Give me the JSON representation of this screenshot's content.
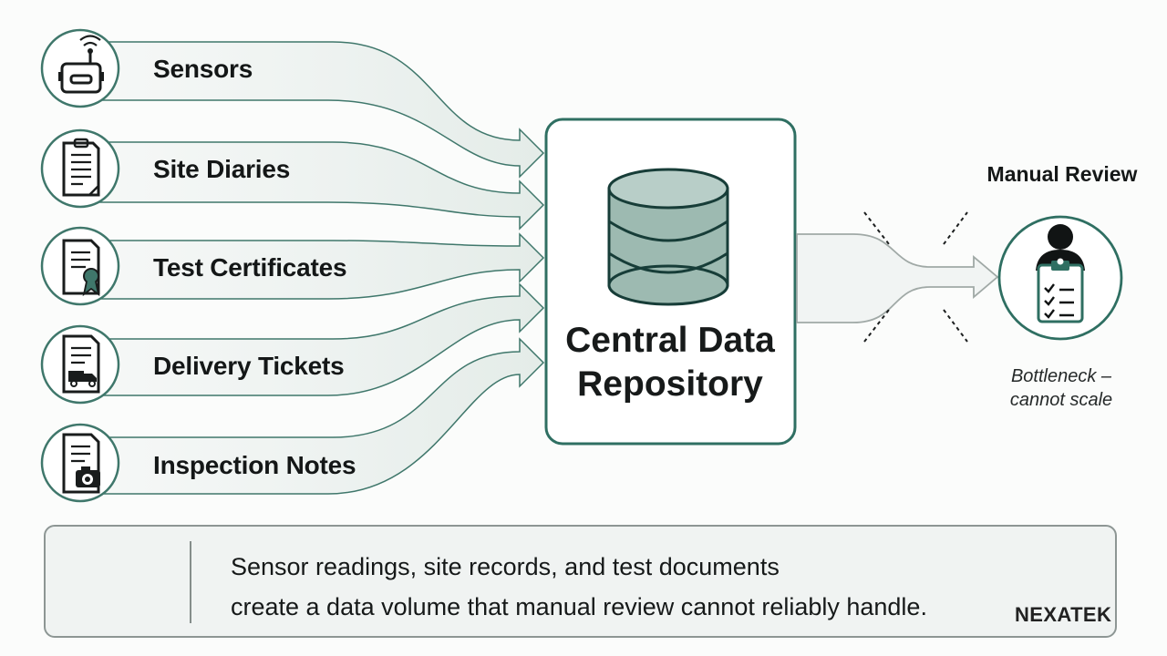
{
  "sources": [
    {
      "id": "sensors",
      "label": "Sensors",
      "icon": "sensor-device-icon"
    },
    {
      "id": "site-diaries",
      "label": "Site Diaries",
      "icon": "clipboard-document-icon"
    },
    {
      "id": "test-certificates",
      "label": "Test Certificates",
      "icon": "certificate-icon"
    },
    {
      "id": "delivery-tickets",
      "label": "Delivery Tickets",
      "icon": "delivery-ticket-icon"
    },
    {
      "id": "inspection-notes",
      "label": "Inspection Notes",
      "icon": "inspection-camera-icon"
    }
  ],
  "repository": {
    "title_lines": [
      "Central Data",
      "Repository"
    ],
    "icon": "database-icon"
  },
  "manual_review": {
    "title": "Manual Review",
    "icon": "reviewer-checklist-icon",
    "note_lines": [
      "Bottleneck –",
      "cannot scale"
    ]
  },
  "summary": {
    "lines": [
      "Sensor readings, site records, and test documents",
      "create a data volume that manual review cannot reliably handle."
    ],
    "icon": "funnel-warning-icon"
  },
  "brand": "NEXATEK",
  "colors": {
    "accent": "#2f6f62",
    "accent_light": "#e8efec",
    "repo_fill": "#9dbab1",
    "text": "#151818",
    "neutral_border": "#8d9694"
  }
}
